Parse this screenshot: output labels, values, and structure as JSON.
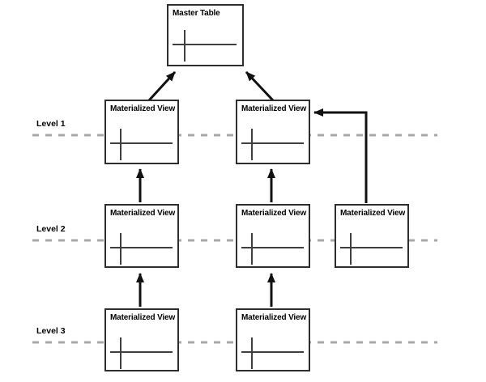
{
  "nodes": {
    "master": {
      "label": "Master Table"
    },
    "l1a": {
      "label": "Materialized View"
    },
    "l1b": {
      "label": "Materialized View"
    },
    "l2a": {
      "label": "Materialized View"
    },
    "l2b": {
      "label": "Materialized View"
    },
    "l2c": {
      "label": "Materialized View"
    },
    "l3a": {
      "label": "Materialized View"
    },
    "l3b": {
      "label": "Materialized View"
    }
  },
  "levels": [
    {
      "label": "Level 1"
    },
    {
      "label": "Level 2"
    },
    {
      "label": "Level 3"
    }
  ],
  "edges": [
    {
      "from": "l1a",
      "to": "master"
    },
    {
      "from": "l1b",
      "to": "master"
    },
    {
      "from": "l2a",
      "to": "l1a"
    },
    {
      "from": "l2b",
      "to": "l1b"
    },
    {
      "from": "l2c",
      "to": "l1b"
    },
    {
      "from": "l3a",
      "to": "l2a"
    },
    {
      "from": "l3b",
      "to": "l2b"
    }
  ],
  "colors": {
    "background": "#ffffff",
    "box_border": "#2e2e2e",
    "box_fill": "#ffffff",
    "table_line": "#3f3f3f",
    "arrow": "#111111",
    "level_line": "#a8a8a8",
    "text": "#000000"
  }
}
